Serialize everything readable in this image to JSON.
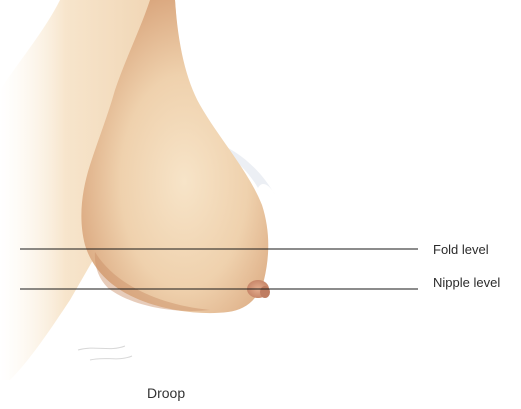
{
  "diagram": {
    "lines": {
      "fold": {
        "label": "Fold level"
      },
      "nipple": {
        "label": "Nipple level"
      }
    },
    "caption": "Droop"
  },
  "colors": {
    "skin_light": "#f6e0c3",
    "skin_mid": "#ebc79e",
    "skin_shadow": "#c98f66",
    "areola": "#d5997a",
    "reference_line": "#1a1a1a",
    "background": "#ffffff"
  }
}
